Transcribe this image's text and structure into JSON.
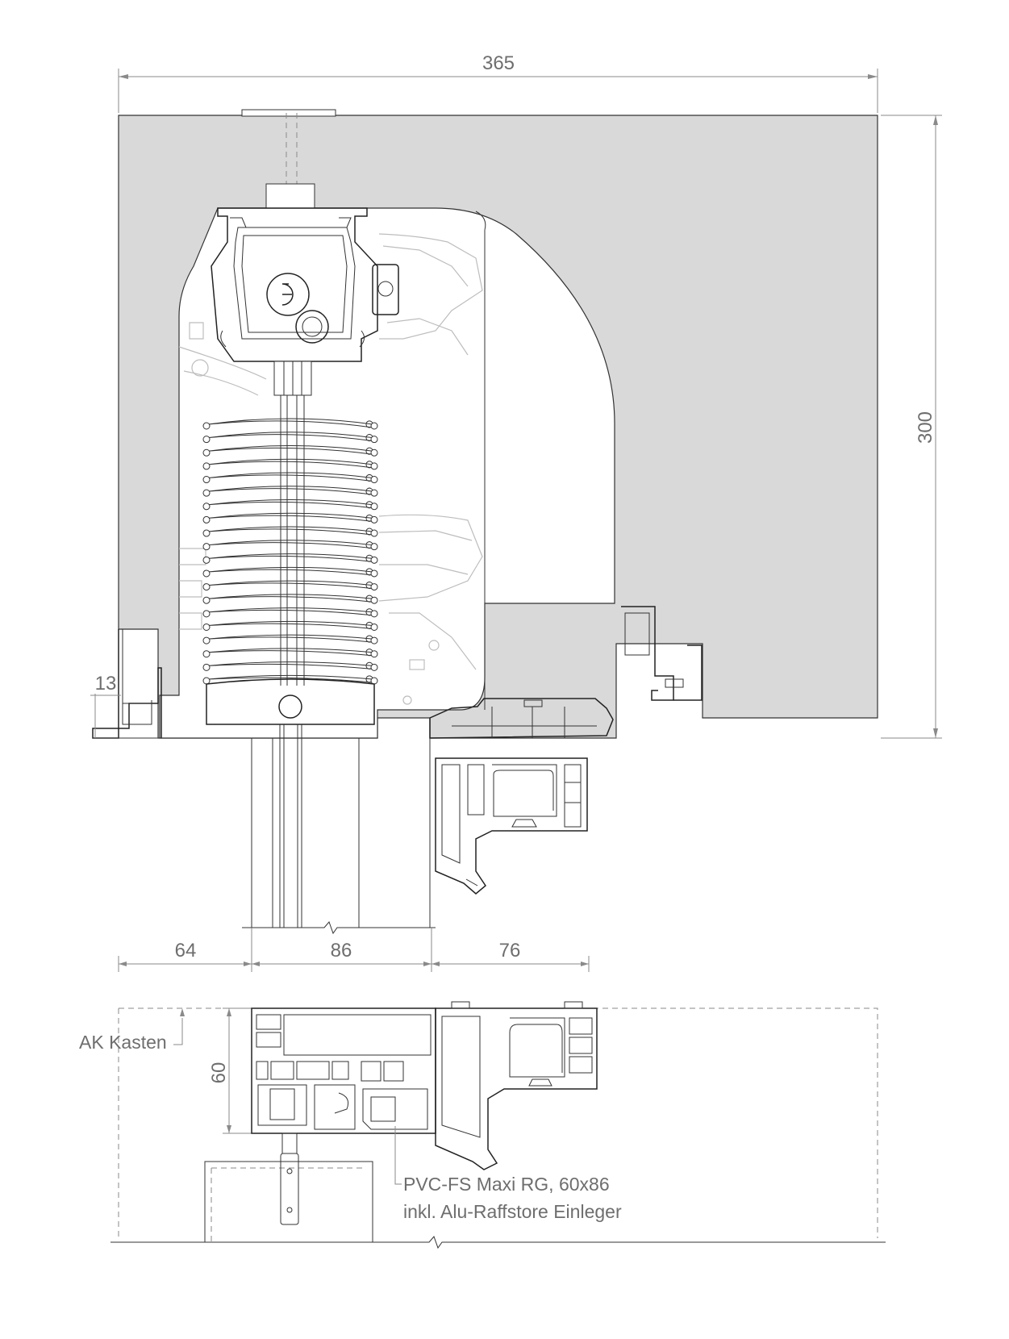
{
  "dimensions": {
    "width_total": "365",
    "height_total": "300",
    "offset_left": "13",
    "segment_a": "64",
    "segment_b": "86",
    "segment_c": "76",
    "section_height": "60"
  },
  "labels": {
    "ak_kasten": "AK Kasten",
    "profile_line1": "PVC-FS Maxi RG, 60x86",
    "profile_line2": "inkl. Alu-Raffstore Einleger"
  },
  "colors": {
    "box_fill": "#d9d9d9",
    "line": "#222222",
    "dimension": "#8a8a8a",
    "ghost": "#bdbdbd"
  }
}
